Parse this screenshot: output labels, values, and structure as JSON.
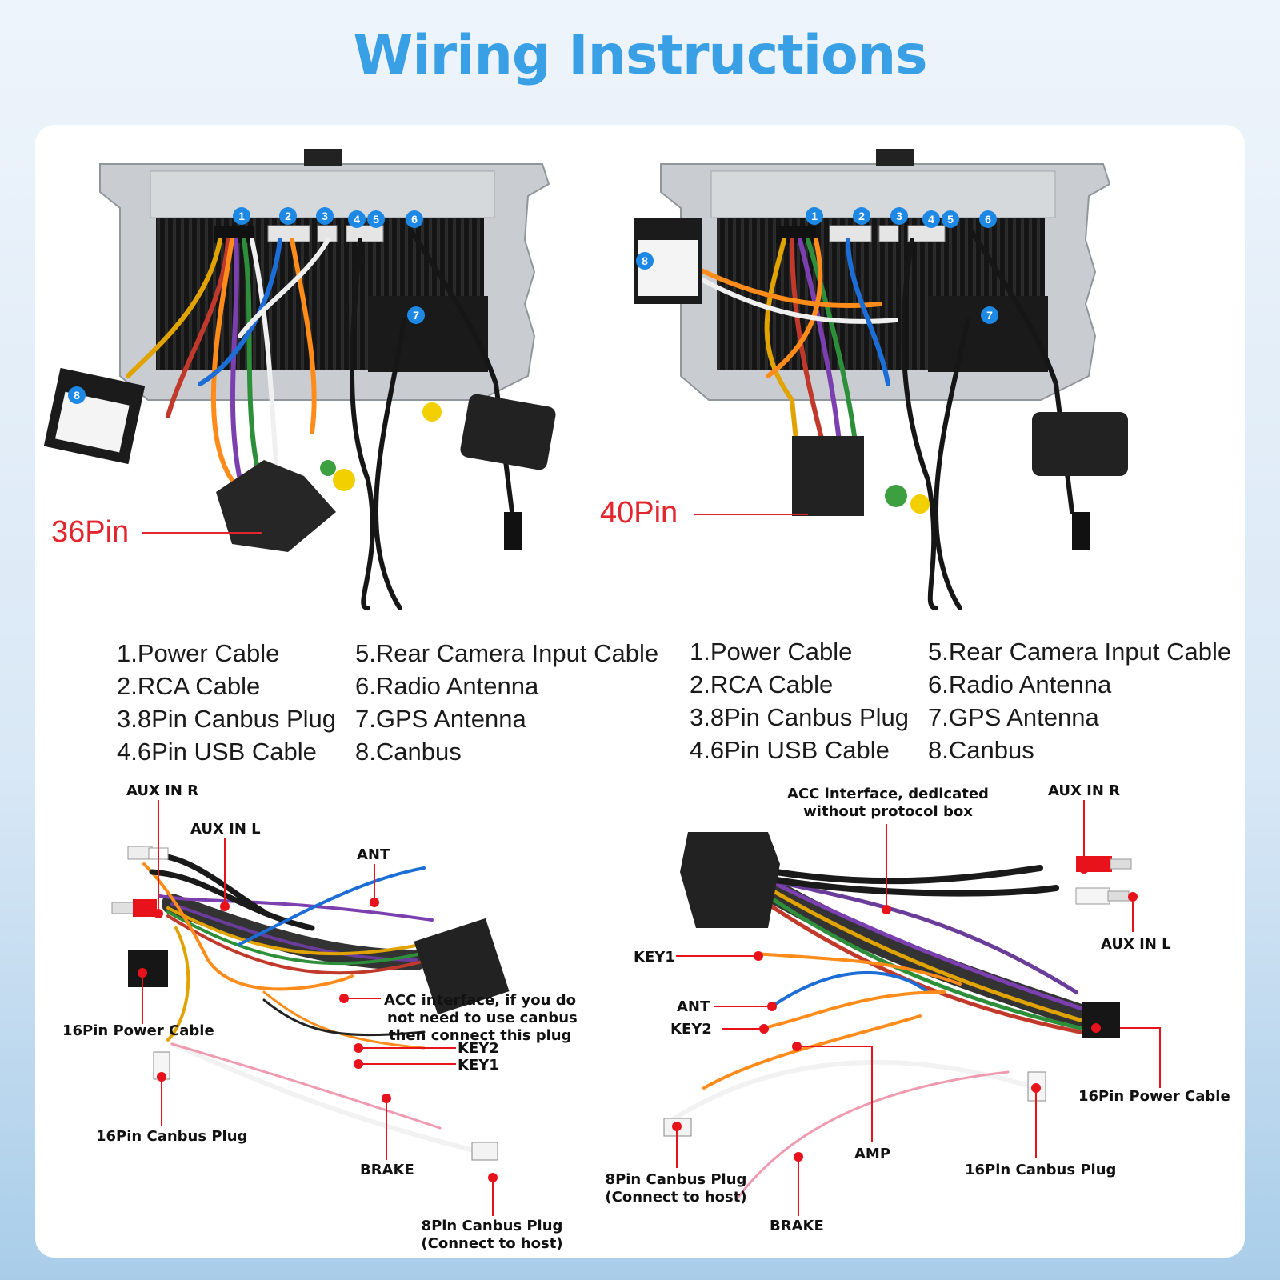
{
  "title": "Wiring Instructions",
  "colors": {
    "title": "#3aa0e6",
    "badge": "#1e88e5",
    "pin_label": "#e3262e",
    "marker": "#e8131a"
  },
  "units": [
    {
      "connector_label": "36Pin",
      "badges": [
        "1",
        "2",
        "3",
        "4",
        "5",
        "6",
        "7",
        "8"
      ]
    },
    {
      "connector_label": "40Pin",
      "badges": [
        "1",
        "2",
        "3",
        "4",
        "5",
        "6",
        "7",
        "8"
      ]
    }
  ],
  "legend": {
    "left_col1": [
      "1.Power Cable",
      "2.RCA Cable",
      "3.8Pin Canbus Plug",
      "4.6Pin USB Cable"
    ],
    "left_col2": [
      "5.Rear Camera Input Cable",
      "6.Radio Antenna",
      "7.GPS Antenna",
      "8.Canbus"
    ],
    "right_col1": [
      "1.Power Cable",
      "2.RCA Cable",
      "3.8Pin Canbus Plug",
      "4.6Pin USB Cable"
    ],
    "right_col2": [
      "5.Rear Camera Input Cable",
      "6.Radio Antenna",
      "7.GPS Antenna",
      "8.Canbus"
    ]
  },
  "harness_36": {
    "aux_in_r": "AUX IN R",
    "aux_in_l": "AUX IN L",
    "ant": "ANT",
    "acc": [
      "ACC interface, if you do",
      "not need to use canbus",
      "then connect this plug"
    ],
    "key2": "KEY2",
    "key1": "KEY1",
    "power16": "16Pin Power Cable",
    "canbus16": "16Pin Canbus Plug",
    "brake": "BRAKE",
    "canbus8": [
      "8Pin Canbus Plug",
      "(Connect to host)"
    ]
  },
  "harness_40": {
    "acc": [
      "ACC interface, dedicated",
      "without protocol box"
    ],
    "aux_in_r": "AUX IN R",
    "aux_in_l": "AUX IN L",
    "key1": "KEY1",
    "ant": "ANT",
    "key2": "KEY2",
    "power16": "16Pin Power Cable",
    "canbus16": "16Pin Canbus Plug",
    "amp": "AMP",
    "canbus8": [
      "8Pin Canbus Plug",
      "(Connect to host)"
    ],
    "brake": "BRAKE"
  }
}
